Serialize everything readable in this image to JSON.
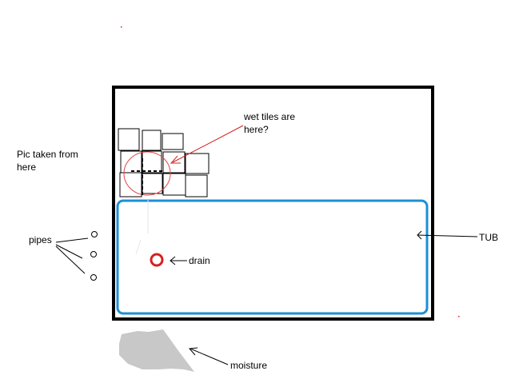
{
  "labels": {
    "pic_taken": "Pic taken from here",
    "pipes": "pipes",
    "wet_tiles": "wet tiles are here?",
    "drain": "drain",
    "tub": "TUB",
    "moisture": "moisture"
  },
  "colors": {
    "outline": "#000000",
    "tub": "#1c8fd6",
    "drain": "#d62020",
    "annotation": "#e04848",
    "moisture": "#c8c8c8"
  }
}
